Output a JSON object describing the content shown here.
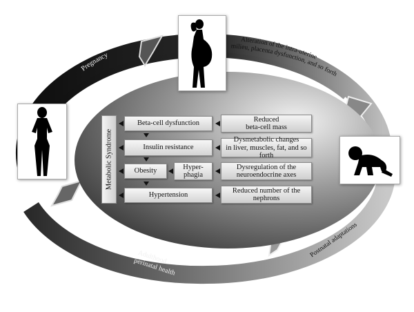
{
  "cycle": {
    "pregnancy": "Pregnancy",
    "alteration_line1": "Alteration of the intra-uterine",
    "alteration_line2": "milieu, placenta dysfunction, and so forth",
    "postnatal": "Postnatal adaptations",
    "adulthood_line1": "Adulthood",
    "adulthood_line2": "perinatal health"
  },
  "metabolic_syndrome_label": "Metabolic Syndrome",
  "left_column": {
    "beta_cell": "Beta-cell dysfunction",
    "insulin": "Insulin resistance",
    "obesity": "Obesity",
    "hyperphagia_line1": "Hyper-",
    "hyperphagia_line2": "phagia",
    "hypertension": "Hypertension"
  },
  "right_column": {
    "reduced_mass_line1": "Reduced",
    "reduced_mass_line2": "beta-cell mass",
    "dysmetabolic_line1": "Dysmetabolic changes",
    "dysmetabolic_line2": "in liver, muscles, fat, and so forth",
    "dysregulation_line1": "Dysregulation of the",
    "dysregulation_line2": "neuroendocrine axes",
    "nephrons_line1": "Reduced number of the",
    "nephrons_line2": "nephrons"
  },
  "figures": [
    "pregnant-woman-silhouette-icon",
    "baby-crawling-silhouette-icon",
    "adult-woman-silhouette-icon"
  ]
}
